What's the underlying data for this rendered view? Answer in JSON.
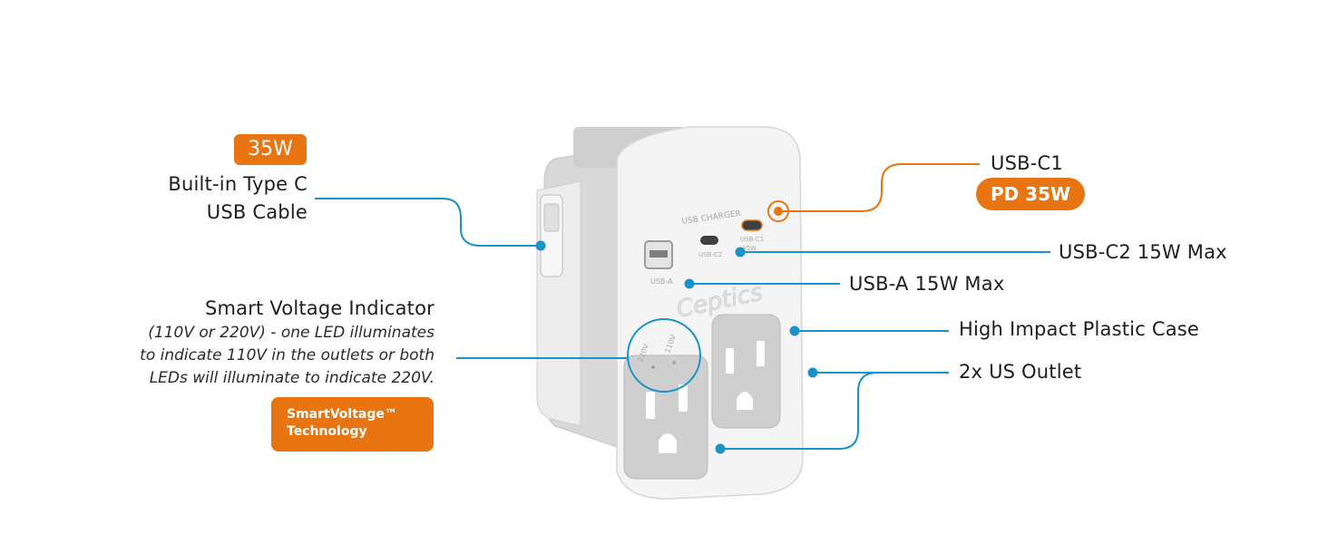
{
  "colors": {
    "accent": "#e87511",
    "leader": "#1b93c9",
    "device": "#f3f3f3",
    "outlet": "#cfcfcf"
  },
  "cable": {
    "badge": "35W",
    "line1": "Built-in Type C",
    "line2": "USB Cable"
  },
  "voltage": {
    "title": "Smart Voltage Indicator",
    "desc1": "(110V or 220V) - one LED illuminates",
    "desc2": "to indicate 110V in the outlets or both",
    "desc3": "LEDs will illuminate to indicate 220V.",
    "badge1": "SmartVoltage™",
    "badge2": "Technology"
  },
  "callouts": {
    "usbc1": "USB-C1",
    "usbc1_badge": "PD 35W",
    "usbc2": "USB-C2 15W Max",
    "usba": "USB-A 15W Max",
    "case": "High Impact Plastic Case",
    "outlet": "2x US Outlet"
  },
  "device": {
    "header": "USB CHARGER",
    "port_a": "USB-A",
    "port_c2": "USB-C2",
    "port_c1": "USB-C1",
    "port_c1_watt": "35W",
    "brand": "Ceptics",
    "led_220": "220V",
    "led_110": "110V"
  }
}
